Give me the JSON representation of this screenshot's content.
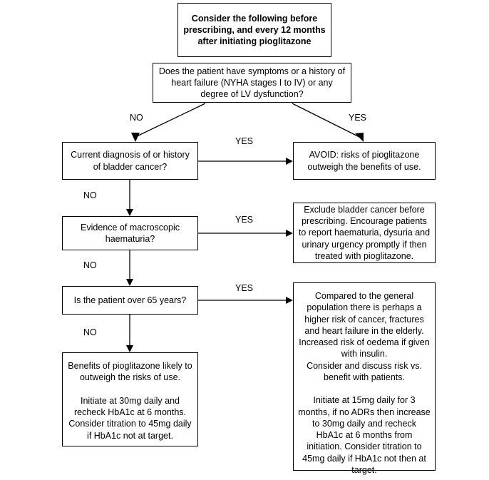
{
  "diagram": {
    "title": "Pioglitazone prescribing decision flowchart",
    "background_color": "#ffffff",
    "line_color": "#000000",
    "text_color": "#000000"
  },
  "nodes": {
    "header": {
      "text": "Consider the following before prescribing, and every 12 months after initiating pioglitazone"
    },
    "heart_failure_question": {
      "text": "Does the patient have symptoms or a history of heart failure (NYHA stages I to IV) or any degree of LV dysfunction?"
    },
    "bladder_cancer_question": {
      "text": "Current diagnosis of or history of bladder cancer?"
    },
    "avoid_outcome": {
      "text": "AVOID: risks of pioglitazone outweigh the benefits of use."
    },
    "haematuria_question": {
      "text": "Evidence of macroscopic haematuria?"
    },
    "exclude_bladder_cancer_outcome": {
      "text": "Exclude bladder cancer before prescribing. Encourage patients to report haematuria, dysuria and urinary urgency promptly if then treated with pioglitazone."
    },
    "over_65_question": {
      "text": "Is the patient over 65 years?"
    },
    "elderly_outcome": {
      "text": "Compared to the general population there is perhaps a higher risk of cancer, fractures and heart failure in the elderly.\nIncreased risk of oedema if given with insulin.\nConsider and discuss risk vs. benefit with patients.\n\nInitiate at 15mg daily for 3 months, if no ADRs then increase to 30mg daily and recheck HbA1c at 6 months from initiation. Consider titration to 45mg daily if HbA1c not then at target."
    },
    "benefits_outcome": {
      "text": "Benefits of pioglitazone likely to outweigh the risks of use.\n\nInitiate at 30mg daily and recheck HbA1c at 6 months. Consider titration to 45mg daily if HbA1c not at target."
    }
  },
  "edge_labels": {
    "hf_no": "NO",
    "hf_yes": "YES",
    "bladder_yes": "YES",
    "bladder_no": "NO",
    "haematuria_yes": "YES",
    "haematuria_no": "NO",
    "over65_yes": "YES",
    "over65_no": "NO"
  }
}
